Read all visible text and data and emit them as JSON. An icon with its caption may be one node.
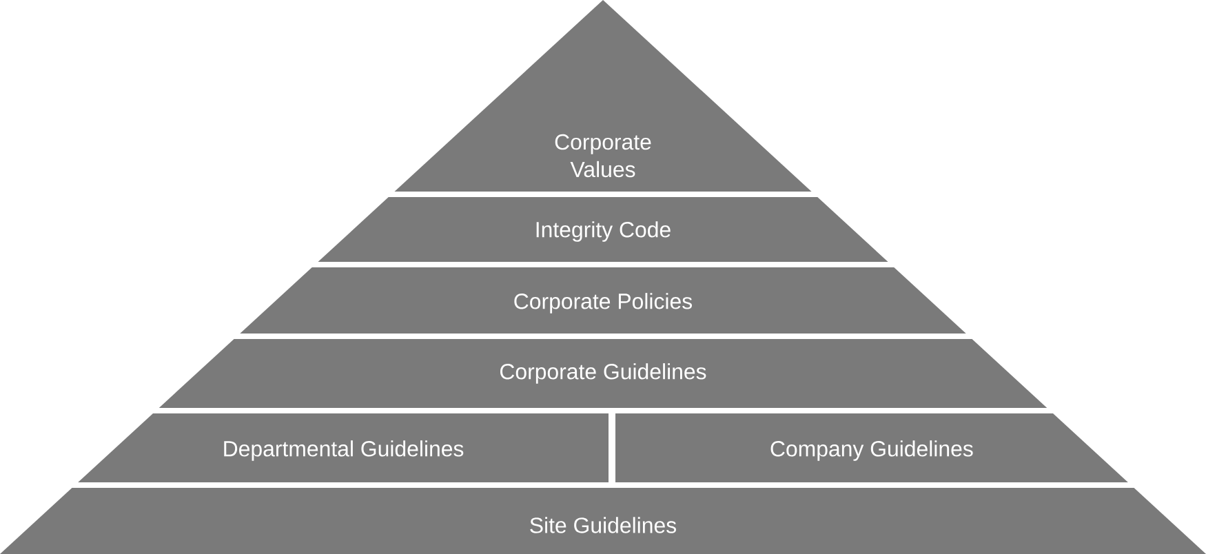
{
  "diagram": {
    "nodes": [
      {
        "text": [
          "Corporate Values"
        ]
      },
      {
        "text": [
          "Integrity Code"
        ]
      },
      {
        "text": [
          "Corporate Policies"
        ]
      },
      {
        "text": [
          "Corporate Guidelines"
        ]
      },
      {
        "text": [
          "Departmental Guidelines"
        ]
      },
      {
        "text": [
          "Company Guidelines"
        ]
      },
      {
        "text": [
          "Site Guidelines"
        ]
      }
    ]
  }
}
